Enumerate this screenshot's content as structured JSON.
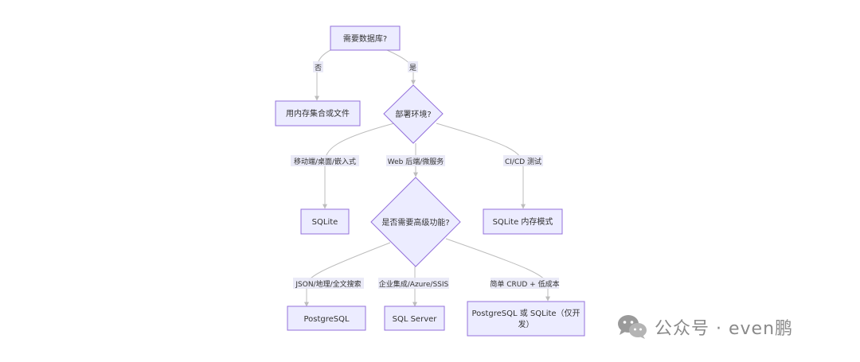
{
  "nodes": {
    "start": "需要数据库?",
    "memory": "用内存集合或文件",
    "deploy": "部署环境?",
    "sqlite": "SQLite",
    "advanced": "是否需要高级功能?",
    "sqlite_mem": "SQLite 内存模式",
    "postgres": "PostgreSQL",
    "sqlserver": "SQL Server",
    "pg_or_sqlite_1": "PostgreSQL 或 SQLite（仅开",
    "pg_or_sqlite_2": "发）"
  },
  "edges": {
    "no": "否",
    "yes": "是",
    "mobile": "移动端/桌面/嵌入式",
    "web": "Web 后端/微服务",
    "cicd": "CI/CD 测试",
    "json_geo": "JSON/地理/全文搜索",
    "enterprise": "企业集成/Azure/SSIS",
    "simple": "简单 CRUD + 低成本"
  },
  "watermark": {
    "text": "公众号 · even鹏"
  },
  "colors": {
    "node_fill": "#ECECFF",
    "node_stroke": "#9370DB",
    "edge": "#bdbdbd",
    "label_bg": "#e8e8f6"
  }
}
